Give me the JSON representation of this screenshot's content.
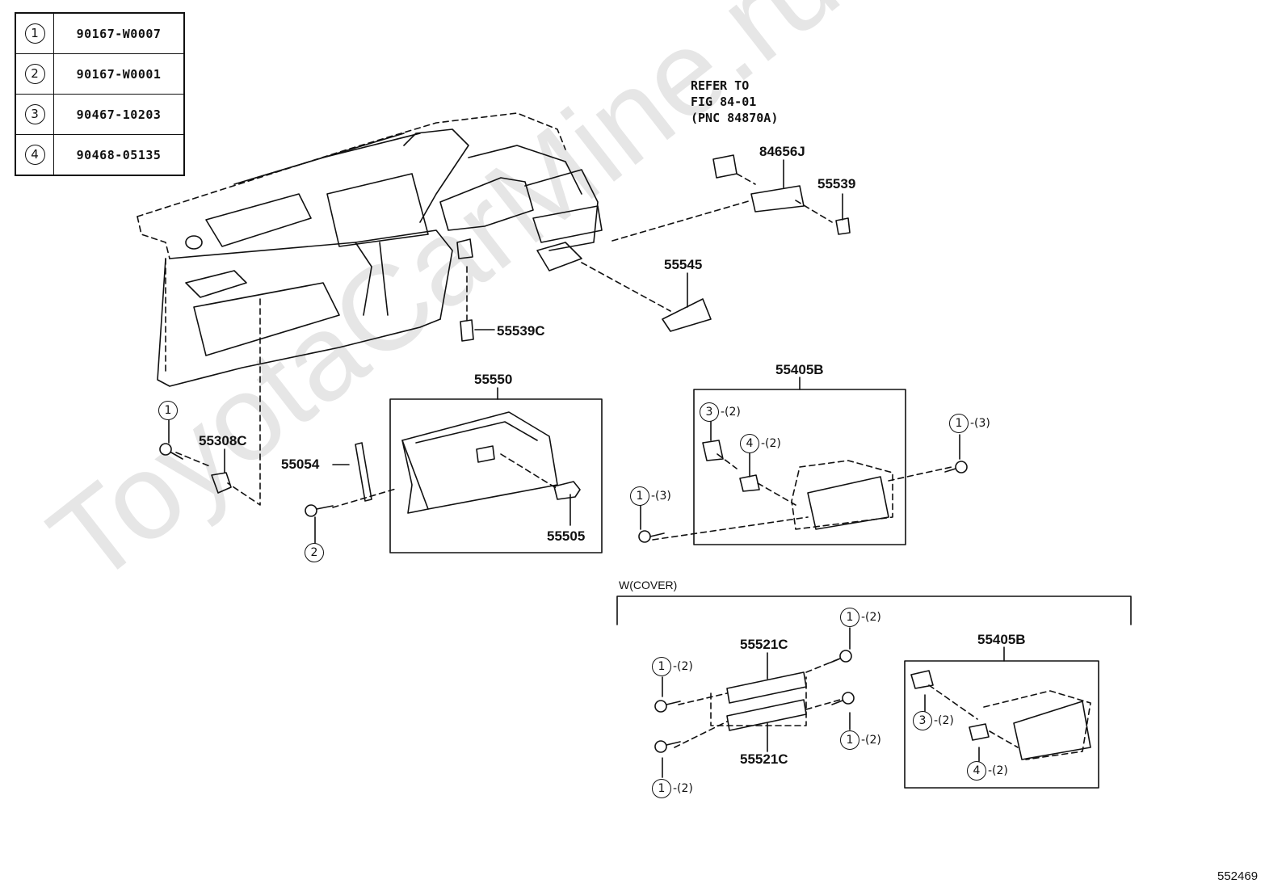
{
  "legend": [
    {
      "num": "1",
      "part": "90167-W0007"
    },
    {
      "num": "2",
      "part": "90167-W0001"
    },
    {
      "num": "3",
      "part": "90467-10203"
    },
    {
      "num": "4",
      "part": "90468-05135"
    }
  ],
  "refer_note": {
    "line1": "REFER TO",
    "line2": "FIG 84-01",
    "line3": "(PNC 84870A)"
  },
  "labels": {
    "p84656J": "84656J",
    "p55539": "55539",
    "p55545": "55545",
    "p55539C": "55539C",
    "p55550": "55550",
    "p55405B_top": "55405B",
    "p55308C": "55308C",
    "p55054": "55054",
    "p55505": "55505",
    "p55521C_top": "55521C",
    "p55521C_bottom": "55521C",
    "p55405B_bottom": "55405B"
  },
  "cover_label": "W(COVER)",
  "callouts": {
    "c1": {
      "num": "1",
      "qty": ""
    },
    "c2": {
      "num": "2",
      "qty": ""
    },
    "c3": {
      "num": "3",
      "qty": "-(2)"
    },
    "c4": {
      "num": "4",
      "qty": "-(2)"
    },
    "c5": {
      "num": "1",
      "qty": "-(3)"
    },
    "c6": {
      "num": "1",
      "qty": "-(3)"
    },
    "c7": {
      "num": "1",
      "qty": "-(2)"
    },
    "c8": {
      "num": "1",
      "qty": "-(2)"
    },
    "c9": {
      "num": "1",
      "qty": "-(2)"
    },
    "c10": {
      "num": "1",
      "qty": "-(2)"
    },
    "c11": {
      "num": "3",
      "qty": "-(2)"
    },
    "c12": {
      "num": "4",
      "qty": "-(2)"
    }
  },
  "figure_number": "552469",
  "watermark": "ToyotaCarMine.ru"
}
